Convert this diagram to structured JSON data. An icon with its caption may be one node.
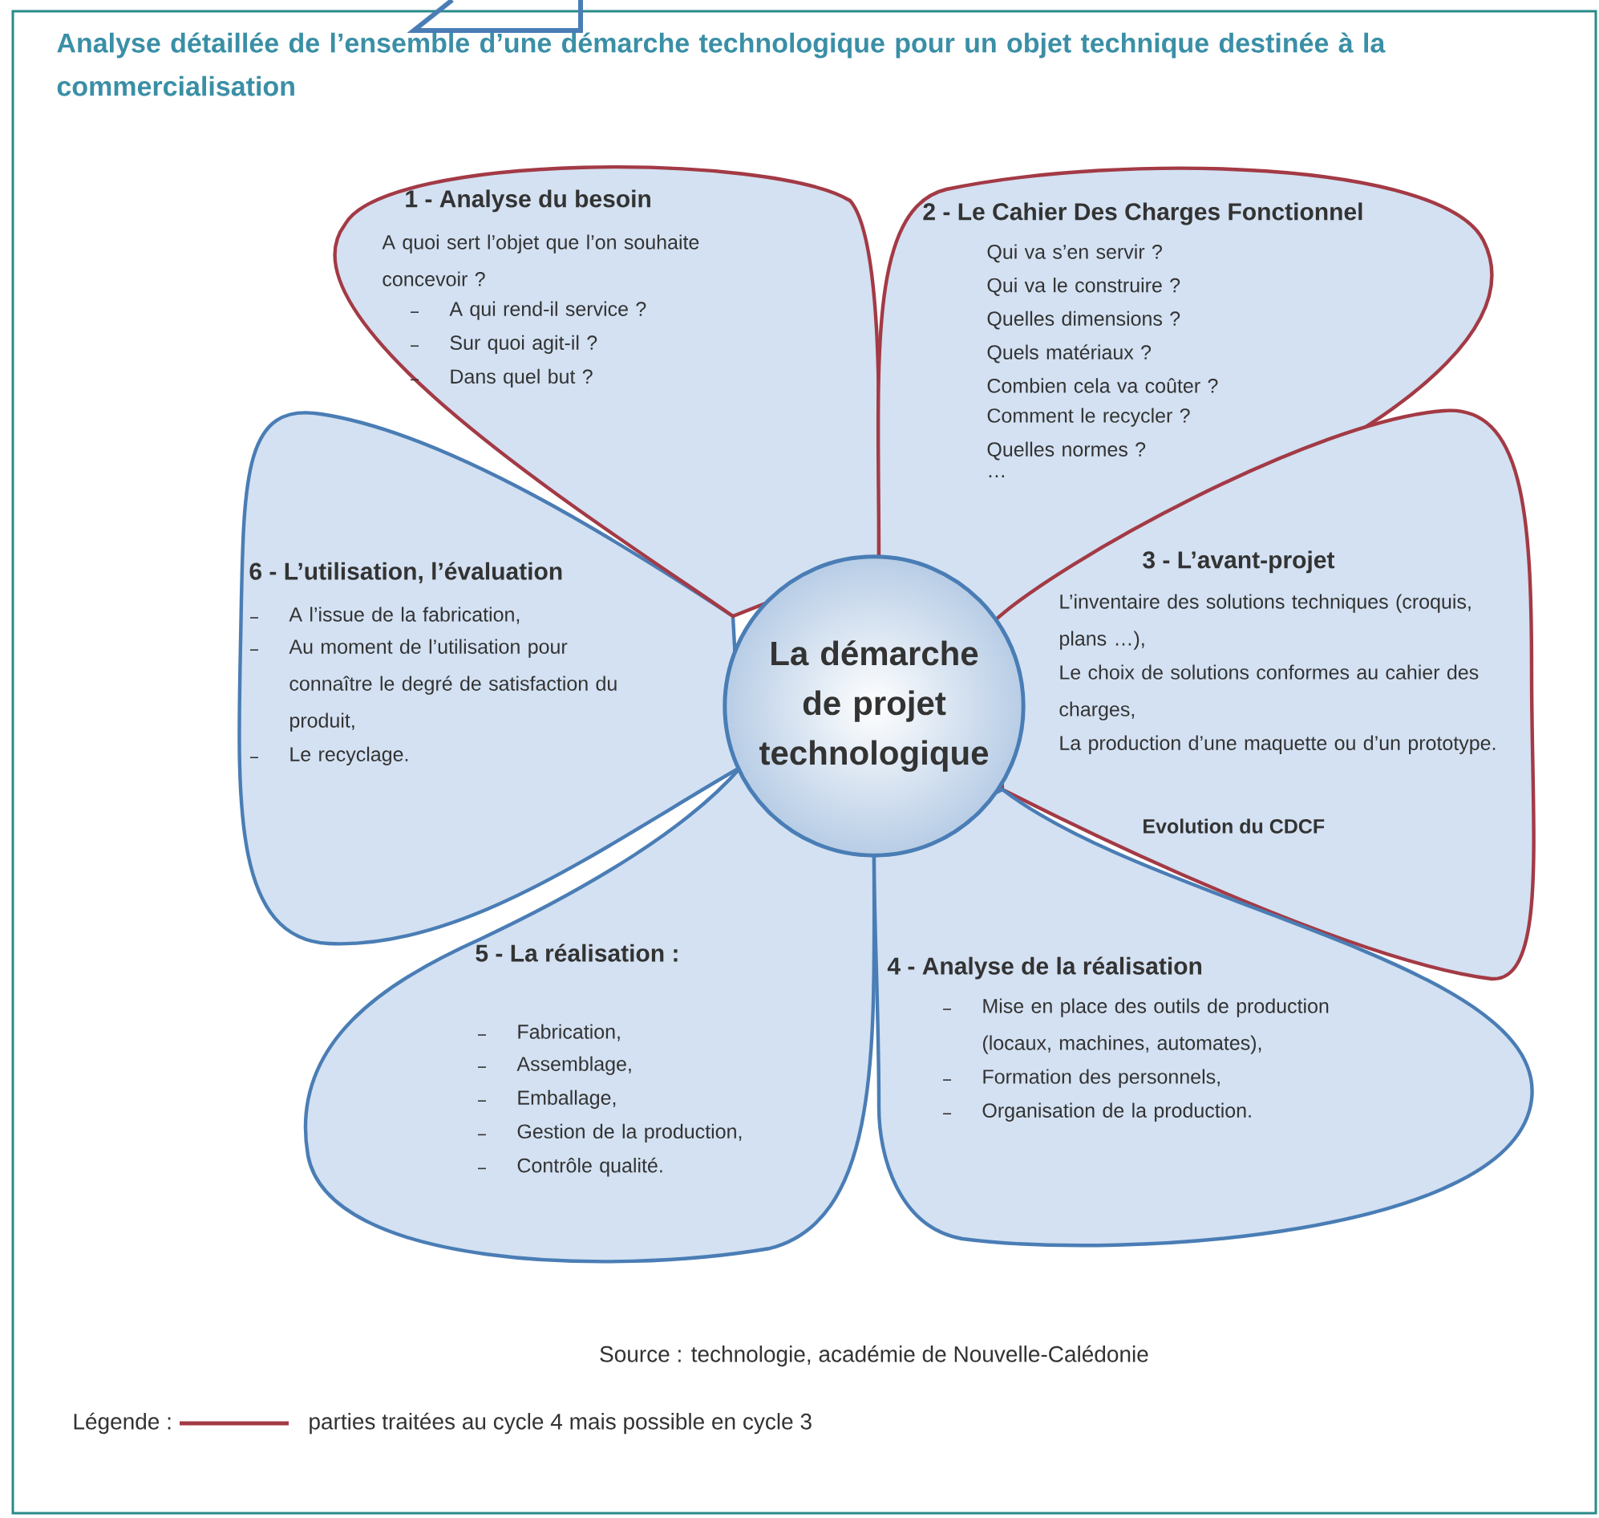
{
  "diagram": {
    "title": "Analyse détaillée de l’ensemble d’une démarche technologique pour un objet technique destinée à la commercialisation",
    "nodes": [
      {
        "text": [
          "La démarche de projet technologique"
        ]
      },
      {
        "text": [
          "1 - Analyse du besoin",
          "A quoi sert l’objet que l’on souhaite concevoir ?",
          "A qui rend-il service ?",
          "Sur quoi agit-il ?",
          "Dans quel but ?"
        ]
      },
      {
        "text": [
          "2 - Le Cahier Des Charges Fonctionnel",
          "Qui va s’en servir ?",
          "Qui va le construire ?",
          "Quelles dimensions ?",
          "Quels matériaux ?",
          "Combien cela va coûter ?",
          "Comment le recycler ?",
          "Quelles normes ?",
          "…"
        ]
      },
      {
        "text": [
          "3 - L’avant-projet",
          "L’inventaire des solutions techniques (croquis, plans …),",
          "Le choix de solutions conformes au cahier des charges,",
          "La production d’une maquette ou d’un prototype.",
          "Evolution du CDCF"
        ]
      },
      {
        "text": [
          "4 - Analyse de la réalisation",
          "Mise en place des outils de production (locaux, machines, automates),",
          "Formation des personnels,",
          "Organisation de la production."
        ]
      },
      {
        "text": [
          "5 - La réalisation :",
          "Fabrication,",
          "Assemblage,",
          "Emballage,",
          "Gestion de la production,",
          "Contrôle qualité."
        ]
      },
      {
        "text": [
          "6 - L’utilisation, l’évaluation",
          "A l’issue de la fabrication,",
          "Au moment de l’utilisation pour connaître le degré de satisfaction du produit,",
          "Le recyclage."
        ]
      }
    ],
    "labels": [
      "Source : technologie, académie de Nouvelle-Calédonie",
      "Légende :"
    ],
    "legend": [
      {
        "text": "parties traitées au cycle 4 mais possible en cycle 3"
      }
    ]
  }
}
